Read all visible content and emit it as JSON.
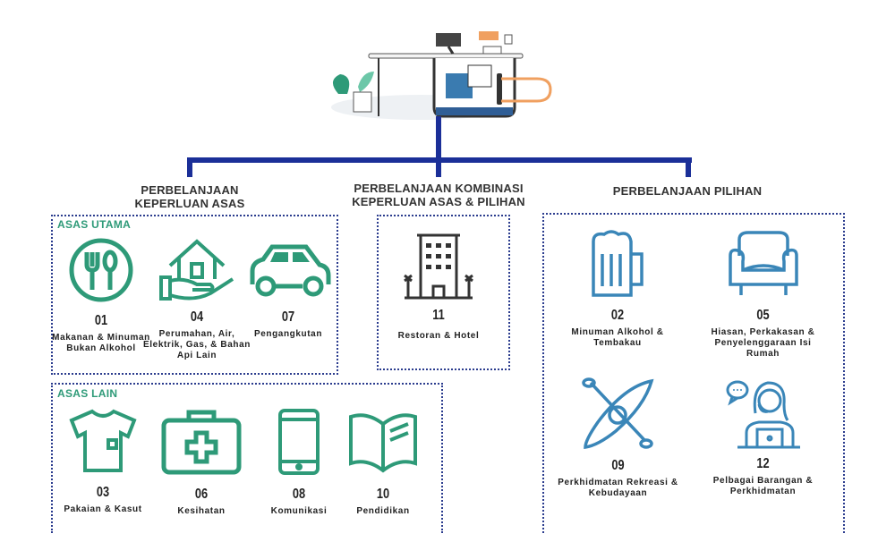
{
  "tree": {
    "basic": {
      "title_line1": "PERBELANJAAN",
      "title_line2": "KEPERLUAN ASAS"
    },
    "combined": {
      "title_line1": "PERBELANJAAN KOMBINASI",
      "title_line2": "KEPERLUAN ASAS & PILIHAN"
    },
    "optional": {
      "title_line1": "PERBELANJAAN PILIHAN"
    }
  },
  "asas_utama": {
    "label": "ASAS UTAMA",
    "items": [
      {
        "num": "01",
        "label": "Makanan & Minuman Bukan Alkohol",
        "icon": "food-plate-icon"
      },
      {
        "num": "04",
        "label": "Perumahan, Air, Elektrik, Gas, & Bahan Api Lain",
        "icon": "house-hand-icon"
      },
      {
        "num": "07",
        "label": "Pengangkutan",
        "icon": "car-icon"
      }
    ]
  },
  "asas_lain": {
    "label": "ASAS LAIN",
    "items": [
      {
        "num": "03",
        "label": "Pakaian & Kasut",
        "icon": "shirt-icon"
      },
      {
        "num": "06",
        "label": "Kesihatan",
        "icon": "medical-kit-icon"
      },
      {
        "num": "08",
        "label": "Komunikasi",
        "icon": "phone-icon"
      },
      {
        "num": "10",
        "label": "Pendidikan",
        "icon": "book-icon"
      }
    ]
  },
  "kombinasi": {
    "items": [
      {
        "num": "11",
        "label": "Restoran & Hotel",
        "icon": "hotel-icon"
      }
    ]
  },
  "pilihan": {
    "items": [
      {
        "num": "02",
        "label": "Minuman Alkohol & Tembakau",
        "icon": "beer-mug-icon"
      },
      {
        "num": "05",
        "label": "Hiasan, Perkakasan & Penyelenggaraan Isi Rumah",
        "icon": "armchair-icon"
      },
      {
        "num": "09",
        "label": "Perkhidmatan Rekreasi & Kebudayaan",
        "icon": "kayak-icon"
      },
      {
        "num": "12",
        "label": "Pelbagai Barangan & Perkhidmatan",
        "icon": "customer-service-icon"
      }
    ]
  },
  "colors": {
    "green": "#2e9a78",
    "blue": "#3a86b8",
    "navy": "#1b2f98"
  }
}
